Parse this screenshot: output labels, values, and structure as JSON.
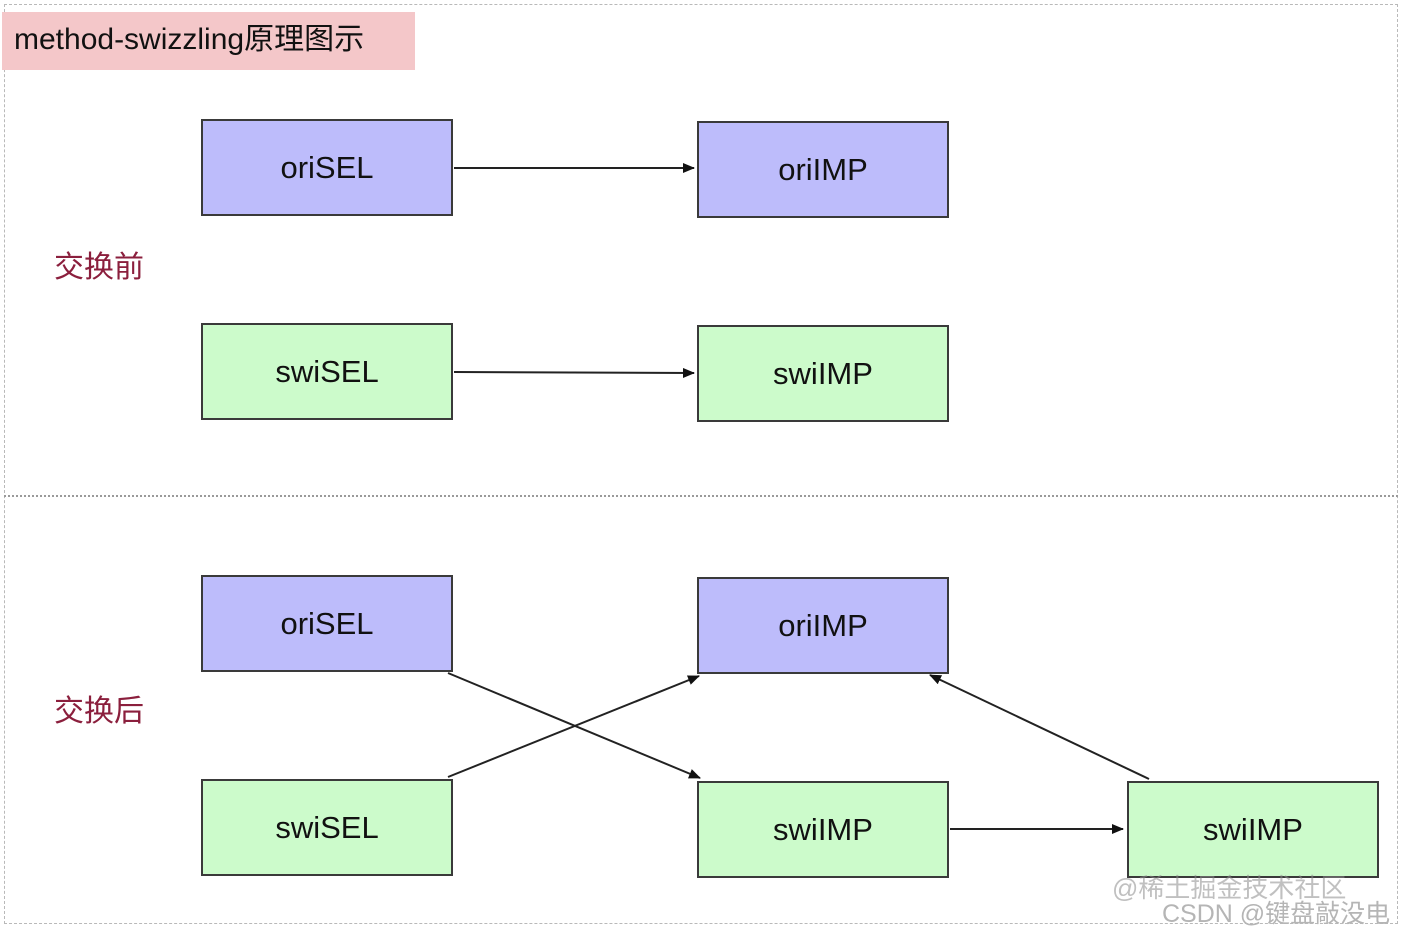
{
  "title": "method-swizzling原理图示",
  "before": {
    "label": "交换前",
    "ori_sel": "oriSEL",
    "ori_imp": "oriIMP",
    "swi_sel": "swiSEL",
    "swi_imp": "swiIMP"
  },
  "after": {
    "label": "交换后",
    "ori_sel": "oriSEL",
    "ori_imp": "oriIMP",
    "swi_sel": "swiSEL",
    "swi_imp": "swiIMP",
    "swi_imp_2": "swiIMP"
  },
  "colors": {
    "sel_ori_fill": "#bdbcfb",
    "sel_swi_fill": "#ccfbcb",
    "title_bg": "#f4c7c9",
    "section_label": "#8b1f3d"
  },
  "watermark": "@稀土掘金技术社区",
  "credit": "CSDN @键盘敲没电"
}
